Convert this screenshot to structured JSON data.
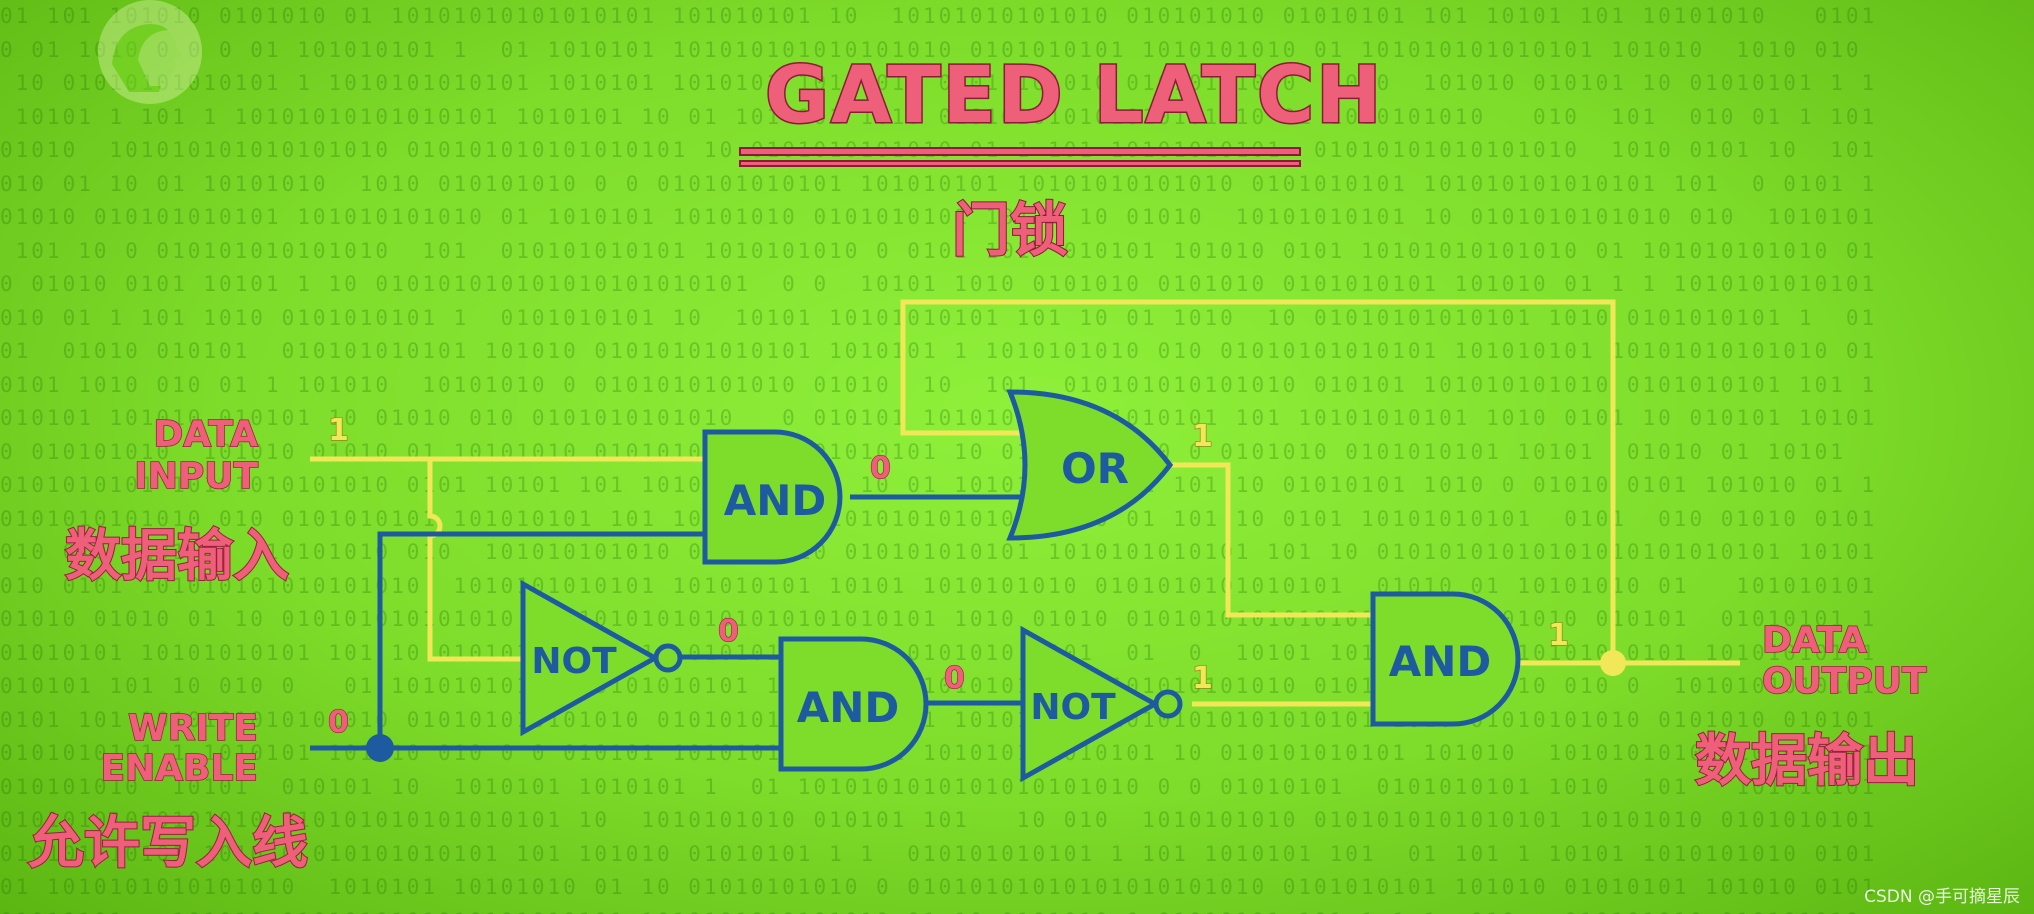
{
  "title": "GATED LATCH",
  "title_cn": "门锁",
  "inputs": {
    "data_input_line1": "DATA",
    "data_input_line2": "INPUT",
    "data_input_cn": "数据输入",
    "write_enable_line1": "WRITE",
    "write_enable_line2": "ENABLE",
    "write_enable_cn": "允许写入线"
  },
  "output": {
    "line1": "DATA",
    "line2": "OUTPUT",
    "cn": "数据输出"
  },
  "gates": {
    "and_top": "AND",
    "or": "OR",
    "not_top": "NOT",
    "and_mid": "AND",
    "not_mid": "NOT",
    "and_out": "AND"
  },
  "values": {
    "data_input": "1",
    "write_enable": "0",
    "and_top_out": "0",
    "or_out": "1",
    "not_top_out": "0",
    "and_mid_out": "0",
    "not_mid_out": "1",
    "and_out_out": "1"
  },
  "watermark": "CSDN @手可摘星辰",
  "colors": {
    "background": "#7edc2a",
    "gate_stroke": "#1e5aa0",
    "wire_on": "#f0e858",
    "wire_off": "#1e5aa0",
    "label": "#ee5f79"
  },
  "logo_icon": "pbs-head-icon"
}
